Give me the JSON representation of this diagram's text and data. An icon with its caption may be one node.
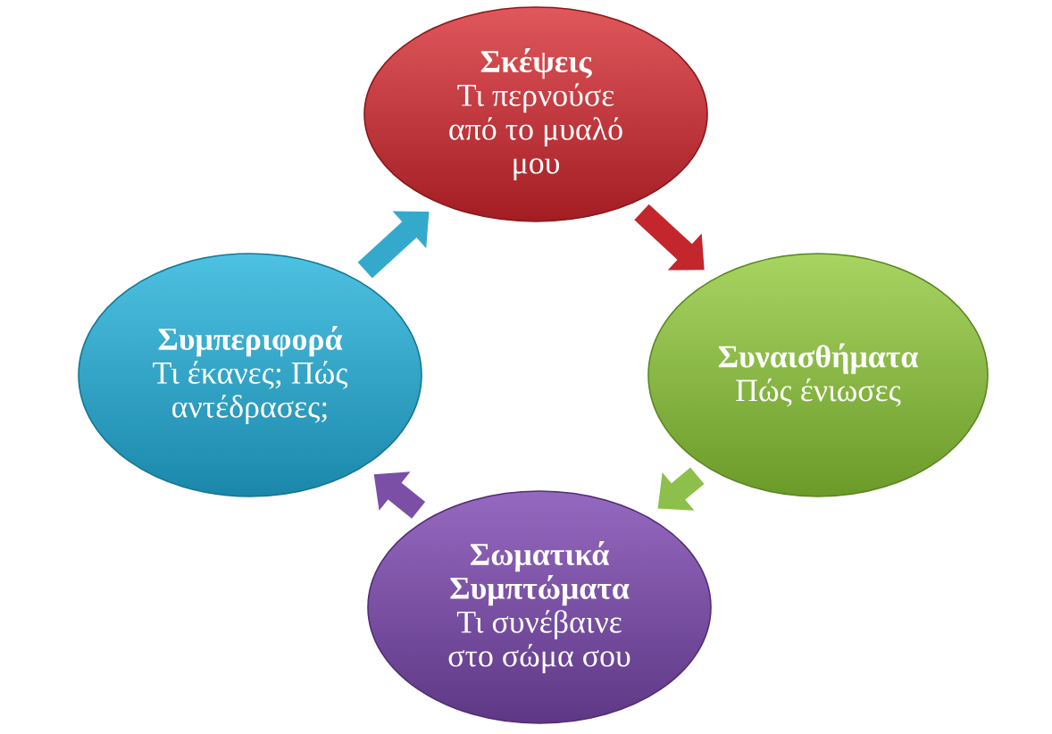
{
  "diagram": {
    "nodes": [
      {
        "text": [
          "Σκέψεις",
          "Τι περνούσε από το μυαλό μου"
        ]
      },
      {
        "text": [
          "Συναισθήματα",
          "Πώς ένιωσες"
        ]
      },
      {
        "text": [
          "Σωματικά Συμπτώματα",
          "Τι συνέβαινε στο σώμα σου"
        ]
      },
      {
        "text": [
          "Συμπεριφορά",
          "Τι έκανες; Πώς αντέδρασες;"
        ]
      }
    ],
    "edges": [
      {
        "from": 0,
        "to": 1,
        "arrow": "to",
        "color": "#c3262c"
      },
      {
        "from": 1,
        "to": 2,
        "arrow": "to",
        "color": "#8cc04a"
      },
      {
        "from": 2,
        "to": 3,
        "arrow": "to",
        "color": "#7b4fa5"
      },
      {
        "from": 3,
        "to": 0,
        "arrow": "to",
        "color": "#35a9cc"
      }
    ]
  }
}
